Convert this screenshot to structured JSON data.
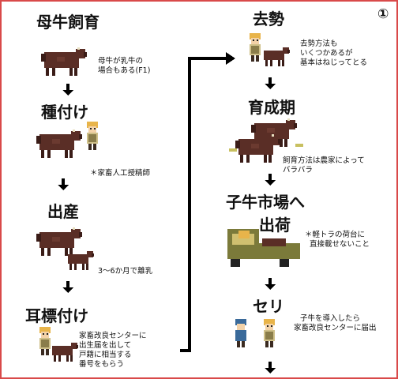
{
  "page_number": "①",
  "left_column": [
    {
      "key": "boshi",
      "title": "母牛飼育",
      "note_lines": [
        "母牛が乳牛の",
        "場合もある(F1)"
      ]
    },
    {
      "key": "tanetsuke",
      "title": "種付け",
      "note_lines": [
        "＊家畜人工授精師"
      ]
    },
    {
      "key": "shussan",
      "title": "出産",
      "note_lines": [
        "3〜6か月で離乳"
      ]
    },
    {
      "key": "mimihyo",
      "title": "耳標付け",
      "note_lines": [
        "家畜改良センターに",
        "出生届を出して",
        "戸籍に相当する",
        "番号をもらう"
      ]
    }
  ],
  "right_column": [
    {
      "key": "kyosei",
      "title": "去勢",
      "note_lines": [
        "去勢方法も",
        "いくつかあるが",
        "基本はねじってとる"
      ]
    },
    {
      "key": "ikusei",
      "title": "育成期",
      "note_lines": [
        "飼育方法は農家によって",
        "バラバラ"
      ]
    },
    {
      "key": "shukka",
      "title_lines": [
        "子牛市場へ",
        "出荷"
      ],
      "note_lines": [
        "＊軽トラの荷台に",
        "直接載せないこと"
      ]
    },
    {
      "key": "seri",
      "title": "セリ",
      "note_lines": [
        "子牛を導入したら",
        "家畜改良センターに届出"
      ]
    }
  ],
  "colors": {
    "border": "#d94a4a",
    "cow": "#5a2e26",
    "cow_dark": "#3a1c17",
    "person_hair": "#e8b44a",
    "person_skin": "#f3d2a8",
    "apron": "#cfc089",
    "truck": "#7b7a3a",
    "arrow": "#000000"
  },
  "icons": [
    "cow-icon",
    "calf-icon",
    "farmer-icon",
    "truck-icon",
    "arrow-down-icon",
    "connector-arrow-icon"
  ]
}
